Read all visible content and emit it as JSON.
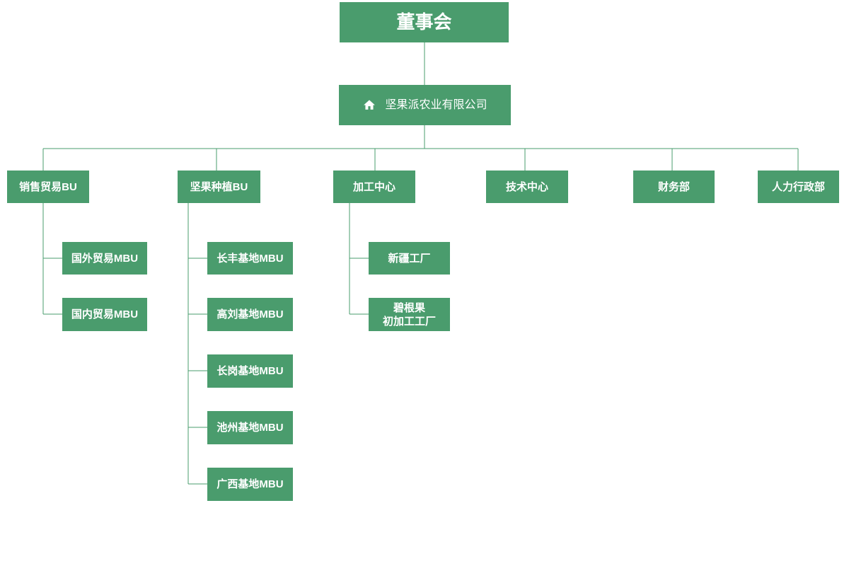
{
  "org_chart": {
    "board": {
      "label": "董事会"
    },
    "company": {
      "label": "坚果派农业有限公司",
      "icon": "home-icon"
    },
    "departments": [
      {
        "label": "销售贸易BU",
        "children": [
          "国外贸易MBU",
          "国内贸易MBU"
        ]
      },
      {
        "label": "坚果种植BU",
        "children": [
          "长丰基地MBU",
          "高刘基地MBU",
          "长岗基地MBU",
          "池州基地MBU",
          "广西基地MBU"
        ]
      },
      {
        "label": "加工中心",
        "children": [
          "新疆工厂",
          "碧根果\n初加工工厂"
        ]
      },
      {
        "label": "技术中心",
        "children": []
      },
      {
        "label": "财务部",
        "children": []
      },
      {
        "label": "人力行政部",
        "children": []
      }
    ],
    "colors": {
      "node_fill": "#4a9c6d",
      "node_text": "#ffffff",
      "connector": "#4a9c6d"
    }
  }
}
